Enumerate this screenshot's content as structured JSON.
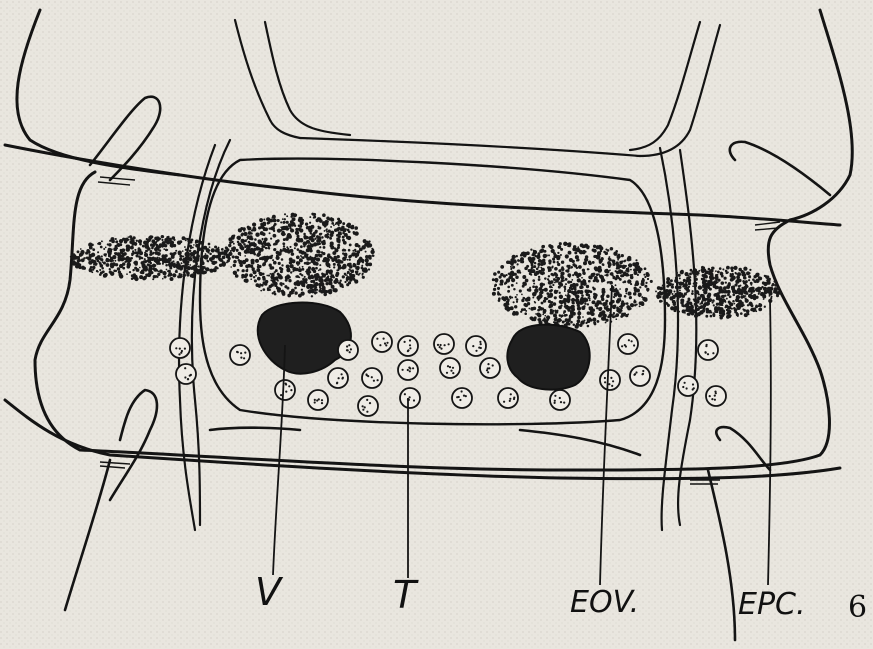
{
  "figure": {
    "number": "6",
    "labels": [
      {
        "key": "V",
        "text": "V"
      },
      {
        "key": "T",
        "text": "T"
      },
      {
        "key": "EOV",
        "text": "EOV."
      },
      {
        "key": "EPC",
        "text": "EPC."
      }
    ]
  },
  "colors": {
    "paper": "#e9e6df",
    "ink": "#141414"
  },
  "icons": [
    "anatomical-drawing"
  ]
}
